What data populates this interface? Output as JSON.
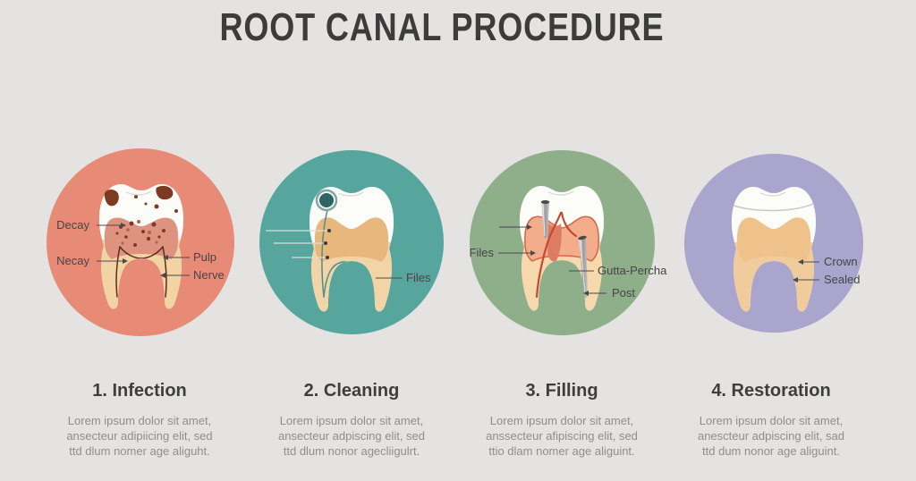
{
  "title": "ROOT CANAL PROCEDURE",
  "steps": [
    {
      "heading": "1. Infection",
      "circle_color": "#e78b77",
      "labels": [
        "Decay",
        "Necay",
        "Pulp",
        "Nerve"
      ],
      "description_lines": [
        "Lorem ipsum dolor sit amet,",
        "ansecteur adipiicing elit, sed",
        "ttd dlum nomer age aliguht."
      ]
    },
    {
      "heading": "2. Cleaning",
      "circle_color": "#57a69e",
      "labels": [
        "Files"
      ],
      "description_lines": [
        "Lorem ipsum dolor sit amet,",
        "ansecteur adpiscing elit, sed",
        "ttd dlum nonor agecliigulrt."
      ]
    },
    {
      "heading": "3. Filling",
      "circle_color": "#8fae8a",
      "labels": [
        "Files",
        "Gutta-Percha",
        "Post"
      ],
      "description_lines": [
        "Lorem ipsum dolor sit amet,",
        "anssecteur afipiscing elit, sed",
        "ttio dlam nomer age aliguint."
      ]
    },
    {
      "heading": "4. Restoration",
      "circle_color": "#a9a5cd",
      "labels": [
        "Crown",
        "Sealed"
      ],
      "description_lines": [
        "Lorem ipsum dolor sit amet,",
        "anescteur adpiscing elit, sad",
        "ttd dum nonor age aliguint."
      ]
    }
  ],
  "colors": {
    "background": "#e4e3e1",
    "title_text": "#3c3c3c",
    "heading_text": "#3e3e3e",
    "body_text": "#8e8e8c",
    "label_text": "#454545",
    "enamel": "#fcfcf9",
    "root_tan": "#f2d3a3",
    "infected_pulp": "#de9280",
    "decay_brown": "#7c3a23",
    "cleaning_dentin": "#e8b77e",
    "file_teal": "#4c908a",
    "filling_canal_red": "#c24a32",
    "restored_dentin": "#efc28c"
  }
}
